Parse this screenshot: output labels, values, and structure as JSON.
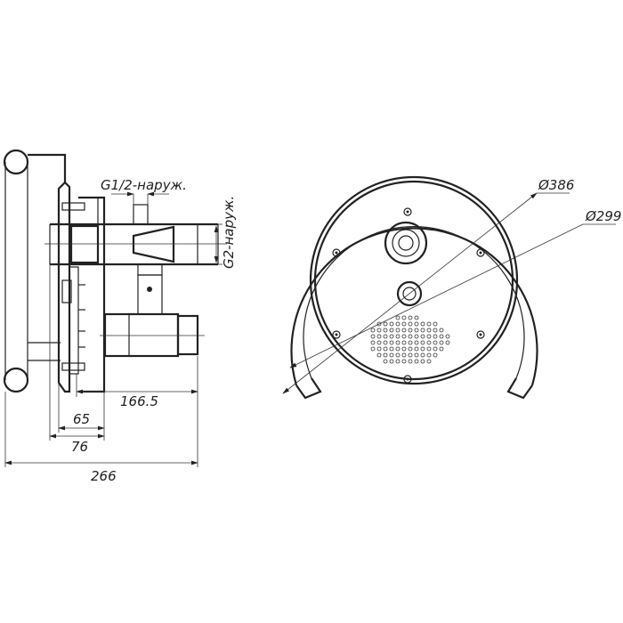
{
  "side_view": {
    "thread_small": "G1/2-наруж.",
    "thread_large": "G2-наруж.",
    "dim_pipe_length": "166.5",
    "dim_plate_offset": "65",
    "dim_body_offset": "76",
    "dim_total_depth": "266"
  },
  "front_view": {
    "outer_diameter": "Ø386",
    "inner_diameter": "Ø299"
  }
}
